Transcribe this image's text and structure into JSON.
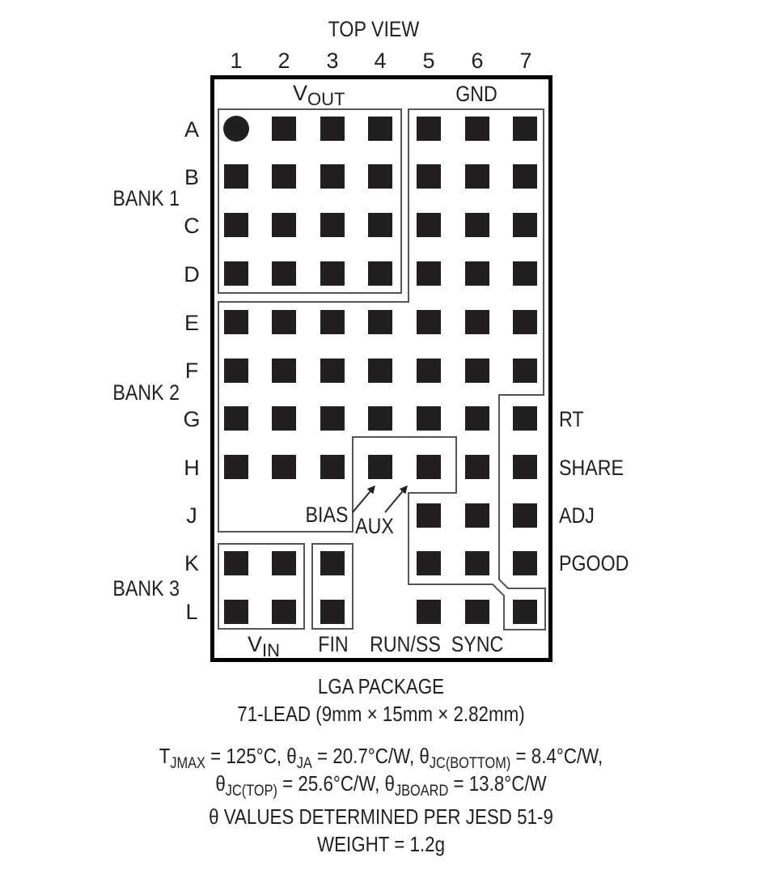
{
  "title": "TOP VIEW",
  "columns": [
    "1",
    "2",
    "3",
    "4",
    "5",
    "6",
    "7"
  ],
  "rows": [
    "A",
    "B",
    "C",
    "D",
    "E",
    "F",
    "G",
    "H",
    "J",
    "K",
    "L"
  ],
  "banks": [
    {
      "label": "BANK 1",
      "rows": [
        "A",
        "B",
        "C",
        "D"
      ]
    },
    {
      "label": "BANK 2",
      "rows": [
        "E",
        "F",
        "G",
        "H"
      ]
    },
    {
      "label": "BANK 3",
      "rows": [
        "K",
        "L"
      ]
    }
  ],
  "regions": {
    "vout": {
      "label": "V",
      "sub": "OUT"
    },
    "gnd": {
      "label": "GND"
    },
    "vin": {
      "label": "V",
      "sub": "IN"
    },
    "fin": {
      "label": "FIN"
    },
    "run_ss": {
      "label": "RUN/SS"
    },
    "sync": {
      "label": "SYNC"
    },
    "bias": {
      "label": "BIAS"
    },
    "aux": {
      "label": "AUX"
    }
  },
  "right_labels": [
    {
      "row": "G",
      "label": "RT"
    },
    {
      "row": "H",
      "label": "SHARE"
    },
    {
      "row": "J",
      "label": "ADJ"
    },
    {
      "row": "K",
      "label": "PGOOD"
    }
  ],
  "pads": {
    "A": [
      1,
      2,
      3,
      4,
      5,
      6,
      7
    ],
    "B": [
      1,
      2,
      3,
      4,
      5,
      6,
      7
    ],
    "C": [
      1,
      2,
      3,
      4,
      5,
      6,
      7
    ],
    "D": [
      1,
      2,
      3,
      4,
      5,
      6,
      7
    ],
    "E": [
      1,
      2,
      3,
      4,
      5,
      6,
      7
    ],
    "F": [
      1,
      2,
      3,
      4,
      5,
      6,
      7
    ],
    "G": [
      1,
      2,
      3,
      4,
      5,
      6,
      7
    ],
    "H": [
      1,
      2,
      3,
      4,
      5,
      6,
      7
    ],
    "J": [
      5,
      6,
      7
    ],
    "K": [
      1,
      2,
      3,
      5,
      6,
      7
    ],
    "L": [
      1,
      2,
      3,
      5,
      6,
      7
    ]
  },
  "pin1_marker": "A1",
  "package": {
    "name": "LGA PACKAGE",
    "leads": "71-LEAD (9mm × 15mm × 2.82mm)"
  },
  "thermal": {
    "tjmax": {
      "sym": "T",
      "sub": "JMAX",
      "value": " = 125°C, "
    },
    "theta_ja": {
      "sym": "θ",
      "sub": "JA",
      "value": " = 20.7°C/W, "
    },
    "theta_jc_bottom": {
      "sym": "θ",
      "sub": "JC(BOTTOM)",
      "value": " = 8.4°C/W,"
    },
    "theta_jc_top": {
      "sym": "θ",
      "sub": "JC(TOP)",
      "value": " = 25.6°C/W, "
    },
    "theta_jboard": {
      "sym": "θ",
      "sub": "JBOARD",
      "value": " = 13.8°C/W"
    },
    "note": "θ VALUES DETERMINED PER JESD 51-9",
    "weight": "WEIGHT = 1.2g"
  },
  "colors": {
    "ink": "#231f20",
    "outline": "#555555",
    "background": "#ffffff"
  }
}
